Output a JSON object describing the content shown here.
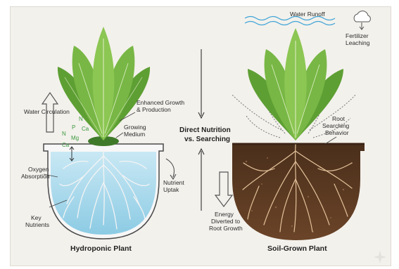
{
  "hydroponic": {
    "title": "Hydroponic Plant",
    "water_circulation": "Water Circulation",
    "enhanced_growth_line1": "Enhanced Growth",
    "enhanced_growth_line2": "& Production",
    "growing_medium_line1": "Growing",
    "growing_medium_line2": "Medium",
    "oxygen_line1": "Oxygen",
    "oxygen_line2": "Absorption",
    "nutrient_uptake_line1": "Nutrient",
    "nutrient_uptake_line2": "Uptak",
    "key_nutrients_line1": "Key",
    "key_nutrients_line2": "Nutrients",
    "nutrients": [
      "N",
      "P",
      "Ca",
      "N",
      "Mg",
      "Ca"
    ]
  },
  "center": {
    "label_line1": "Direct Nutrition",
    "label_line2": "vs. Searching",
    "energy_line1": "Energy",
    "energy_line2": "Diverted to",
    "energy_line3": "Root Growth"
  },
  "soil": {
    "title": "Soil-Grown Plant",
    "water_runoff": "Water Runoff",
    "fertilizer_line1": "Fertilizer",
    "fertilizer_line2": "Leaching",
    "root_searching_line1": "Root",
    "root_searching_line2": "Searching",
    "root_searching_line3": "Behavior"
  },
  "colors": {
    "leaf": "#6fae3e",
    "leaf_dark": "#4f8a2a",
    "water": "#a8d8ec",
    "soil": "#5a3a22",
    "root": "#f2f2f2",
    "arrow": "#555555"
  }
}
